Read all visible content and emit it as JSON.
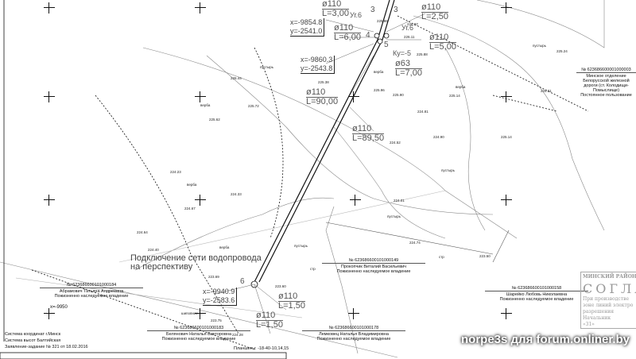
{
  "pipes": [
    {
      "d": "ø110",
      "l": "L=3,00"
    },
    {
      "d": "ø110",
      "l": "L=2,50"
    },
    {
      "d": "ø110",
      "l": "L=6,00"
    },
    {
      "d": "ø110",
      "l": "L=5,00"
    },
    {
      "d": "ø63",
      "l": "L=7,00"
    },
    {
      "d": "ø110",
      "l": "L=90,00"
    },
    {
      "d": "ø110",
      "l": "L=89,50"
    },
    {
      "d": "ø110",
      "l": "L=1,50"
    },
    {
      "d": "ø110",
      "l": "L=1,50"
    }
  ],
  "coords": [
    {
      "x": "x=-9854.8",
      "y": "y=-2541.0"
    },
    {
      "x": "x=-9860.3",
      "y": "y=-2543.8"
    },
    {
      "x": "x=-9940.9",
      "y": "y=-2583.6"
    }
  ],
  "grid_label": "x=-9950",
  "nodes": [
    "3",
    "3",
    "4",
    "5",
    "6"
  ],
  "slopes": [
    "Уг.6",
    "Уг.6",
    "Ку=-5"
  ],
  "proposed_label": [
    "Подключение сети водопровода",
    "на перспективу"
  ],
  "parcels": [
    {
      "num": "№ 623686600101000184",
      "owner": "Абрамович Татьяна Андреевна",
      "right": "Пожизненно наследуемое владение"
    },
    {
      "num": "№ 623686600101000183",
      "owner": "Белянович Наталья Викторовна",
      "right": "Пожизненно наследуемое владение"
    },
    {
      "num": "№ 623686600101000178",
      "owner": "Лемковец Наталья Владимировна",
      "right": "Пожизненно наследуемое владение"
    },
    {
      "num": "№ 623686600101000149",
      "owner": "Прокопчик Виталий Васильевич",
      "right": "Пожизненно наследуемое владение"
    },
    {
      "num": "№ 623686600101000158",
      "owner": "Шарейко Любовь Николаевна",
      "right": "Пожизненно наследуемое владение"
    },
    {
      "num": "№ 623686600001000003",
      "owner": "Минское отделение Белорусской железной дороги (ст. Колодищи-Помыслище)",
      "right": "Постоянное пользование"
    }
  ],
  "notes": [
    "Система координат г.Минск",
    "Система высот Балтийская",
    "Заявление-задание  № 321 от 18.02.2016"
  ],
  "sheets": "Планшеты: -18-40-10,14,15",
  "elevations": [
    "226.07",
    "225.86",
    "226.11",
    "225.88",
    "225.38",
    "225.96",
    "225.90",
    "225.14",
    "224.81",
    "224.90",
    "224.52",
    "224.01",
    "224.74",
    "223.69",
    "224.40",
    "223.75",
    "224.28",
    "225.24",
    "225.01",
    "226.44",
    "225.62",
    "225.72",
    "224.23",
    "224.67",
    "224.64",
    "224.33",
    "223.60",
    "223.50",
    "225.14"
  ],
  "surface_labels": [
    "пустырь",
    "пустырь",
    "пустырь",
    "пустырь",
    "пустырь",
    "верба",
    "верба",
    "верба",
    "верба",
    "верба",
    "шиповник",
    "стр",
    "стр"
  ],
  "stamp": {
    "org": "МИНСКИЙ РАЙОН ЭЛ",
    "title": "СОГЛАС",
    "lines": [
      "При производстве",
      "зоне линий электро",
      "разрешения"
    ],
    "role": "Начальник",
    "date": "«31»"
  },
  "watermark": "norpe3s для forum.onliner.by"
}
